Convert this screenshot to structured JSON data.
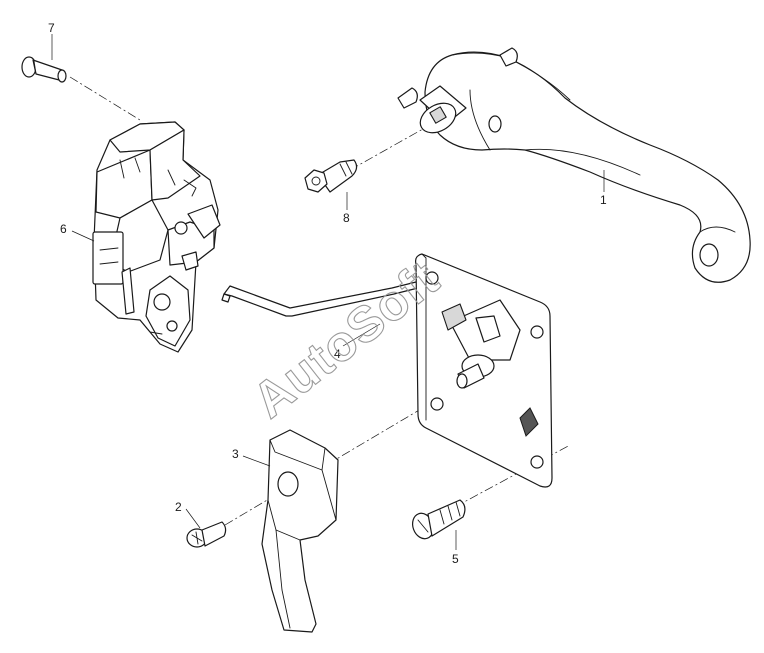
{
  "watermark": "AutoSoft",
  "callouts": {
    "c1": "1",
    "c2": "2",
    "c3": "3",
    "c4": "4",
    "c5": "5",
    "c6": "6",
    "c7": "7",
    "c8": "8"
  }
}
